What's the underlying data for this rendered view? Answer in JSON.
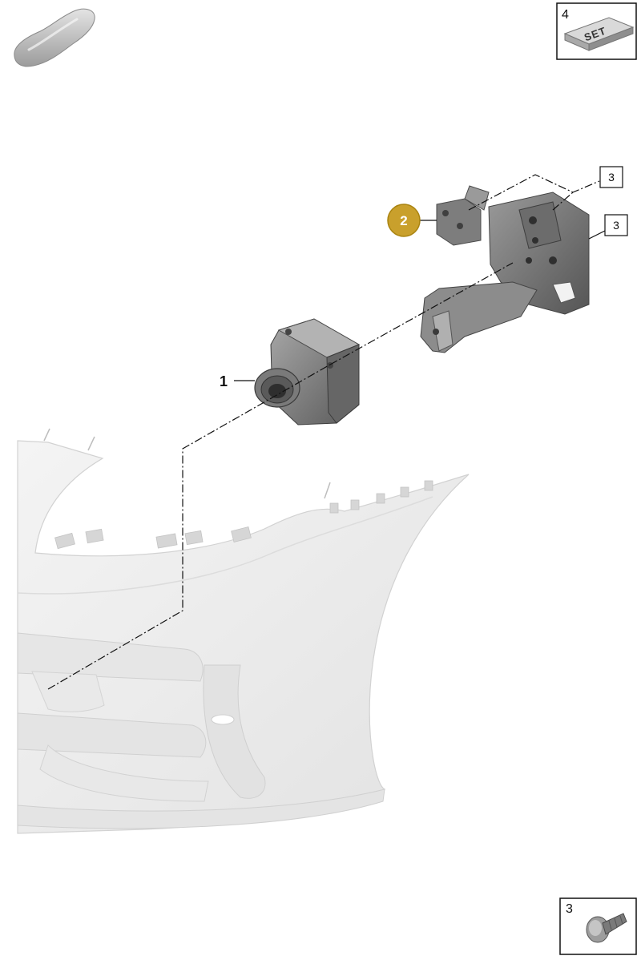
{
  "labels": {
    "camera": "1",
    "bracket": "2",
    "screw_a": "3",
    "screw_b": "3",
    "legend_screw": "3",
    "legend_set": "4",
    "set_text": "SET"
  },
  "colors": {
    "badge_fill": "#c9a02c",
    "badge_stroke": "#a98310",
    "part_dark": "#5f5f5f",
    "part_mid": "#8a8a8a",
    "part_light": "#b5b5b5",
    "bumper": "#ececec",
    "bumper_shade": "#dcdcdc",
    "line": "#111111"
  },
  "icons": {
    "car_thumbnail": "car-silhouette-icon",
    "screw": "screw-icon",
    "set_box": "set-box-icon"
  }
}
